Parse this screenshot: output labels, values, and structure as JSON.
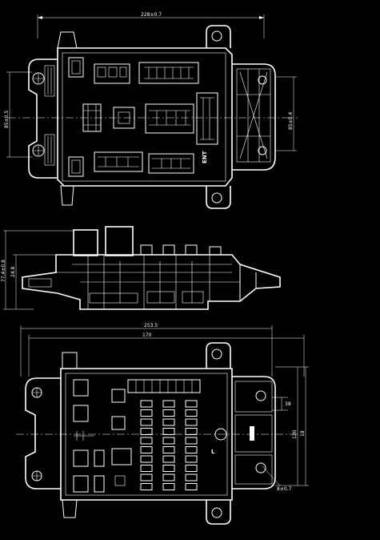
{
  "views": {
    "top": {
      "width_dim": "228±0.7",
      "left_dim": "85±0.5",
      "right_dim": "85±0.4",
      "part_label": "ENT"
    },
    "side": {
      "height_dim": "77.4±0.8",
      "inner_dim": "24.8"
    },
    "bottom": {
      "overall_dim": "253.5",
      "inner_width_dim": "170",
      "right_dim_1": "120",
      "right_dim_2": "18",
      "small_dim": "38",
      "hole_dim": "8±0.7",
      "part_label": "L"
    }
  }
}
